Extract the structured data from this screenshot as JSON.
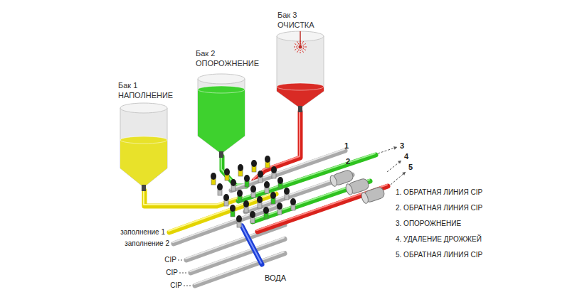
{
  "diagram": {
    "nodes": [
      {
        "text": [
          "Бак 1",
          "НАПОЛНЕНИЕ"
        ]
      },
      {
        "text": [
          "Бак 2",
          "ОПОРОЖНЕНИЕ"
        ]
      },
      {
        "text": [
          "Бак 3",
          "ОЧИСТКА"
        ]
      }
    ],
    "labels": [
      "1",
      "2",
      "3",
      "4",
      "5",
      "1. ОБРАТНАЯ ЛИНИЯ CIP",
      "2. ОБРАТНАЯ ЛИНИЯ CIP",
      "3. ОПОРОЖНЕНИЕ",
      "4. УДАЛЕНИЕ ДРОЖЖЕЙ",
      "5. ОБРАТНАЯ ЛИНИЯ CIP",
      "заполнение 1",
      "заполнение 2",
      "CIP",
      "CIP",
      "CIP",
      "ВОДА"
    ]
  }
}
